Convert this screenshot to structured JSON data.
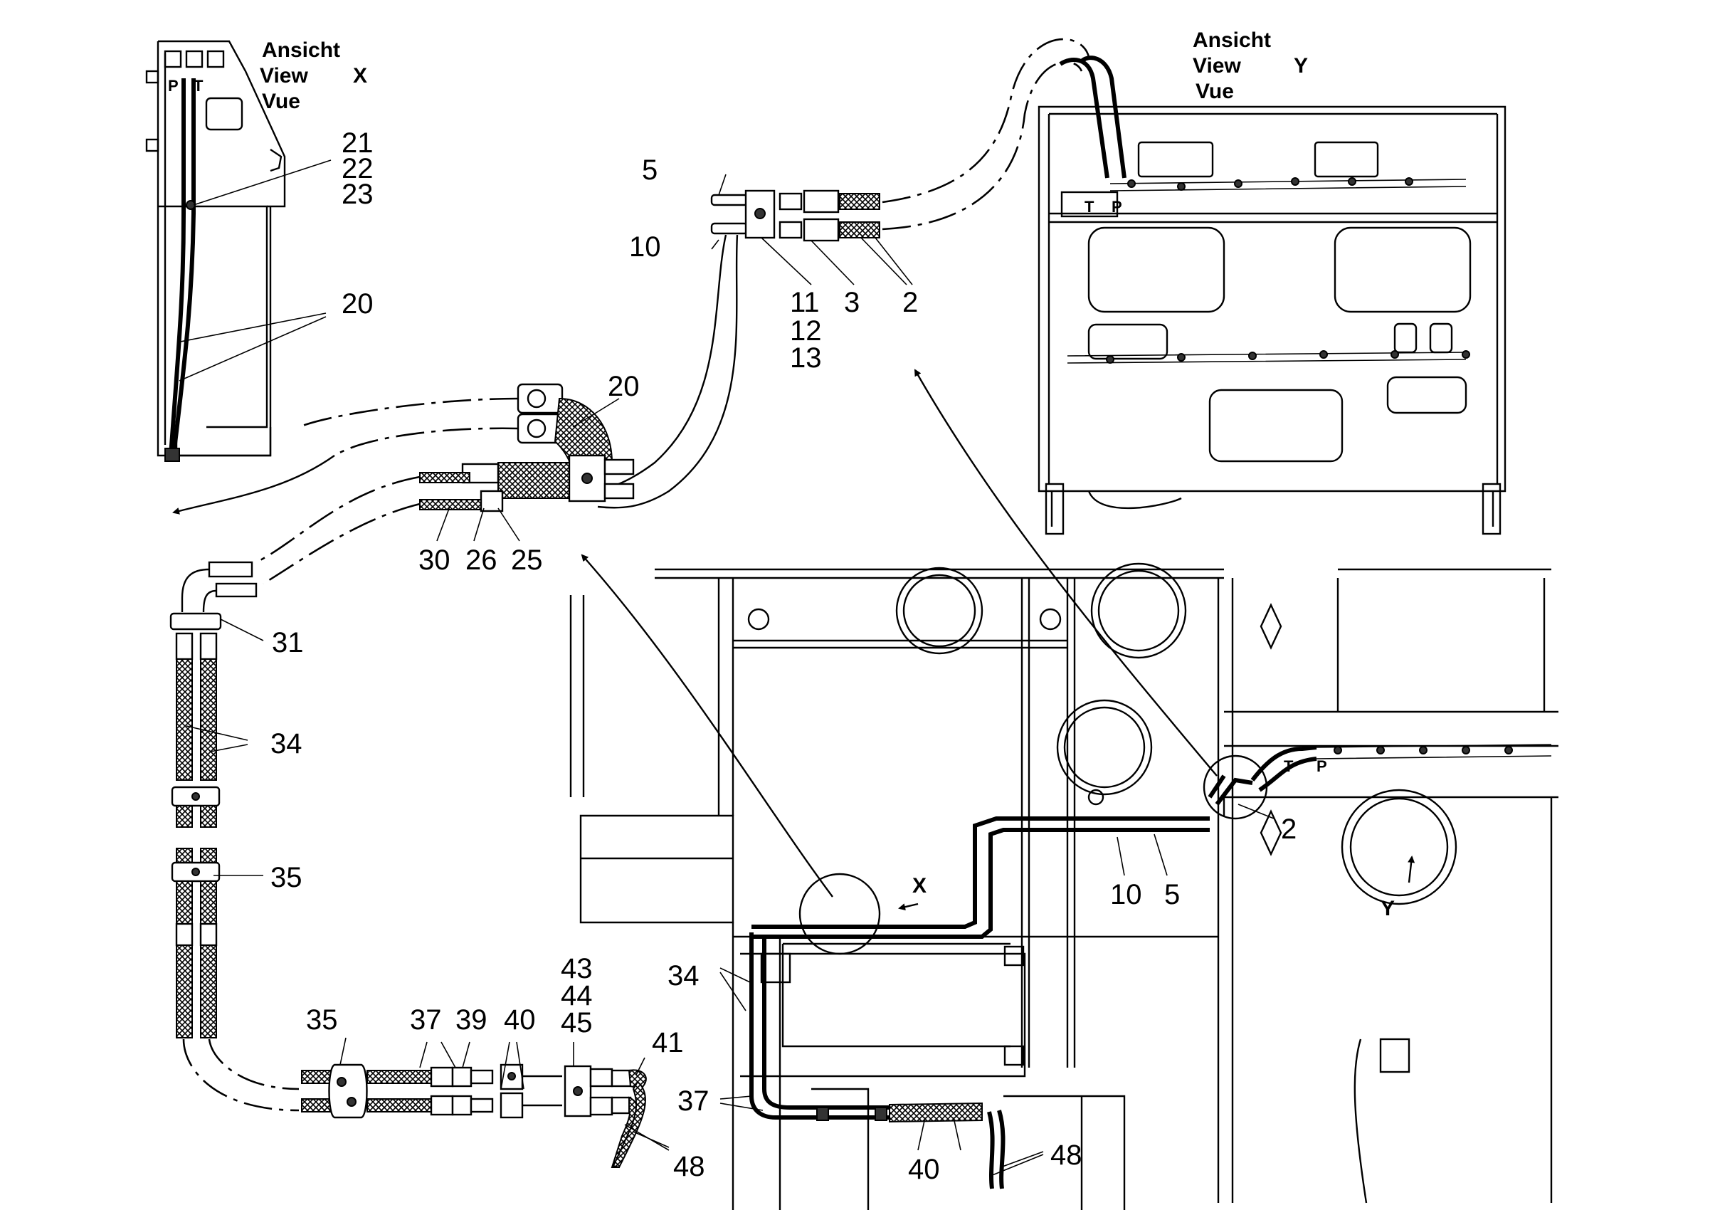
{
  "views": {
    "x": {
      "line1": "Ansicht",
      "line2": "View",
      "line3": "Vue",
      "letter": "X"
    },
    "y": {
      "line1": "Ansicht",
      "line2": "View",
      "line3": "Vue",
      "letter": "Y"
    }
  },
  "port_labels": {
    "p": "P",
    "t": "T"
  },
  "callouts": {
    "c5_top": "5",
    "c10_top": "10",
    "c11": "11",
    "c12": "12",
    "c13": "13",
    "c3": "3",
    "c2_top": "2",
    "c21": "21",
    "c22": "22",
    "c23": "23",
    "c20_left": "20",
    "c20_mid": "20",
    "c30": "30",
    "c26": "26",
    "c25": "25",
    "c31": "31",
    "c34_left": "34",
    "c35_mid": "35",
    "c35_low": "35",
    "c37_low": "37",
    "c39": "39",
    "c40_low": "40",
    "c43": "43",
    "c44": "44",
    "c45": "45",
    "c41": "41",
    "c48_left": "48",
    "c34_main": "34",
    "c37_main": "37",
    "c40_main": "40",
    "c48_main": "48",
    "c2_main": "2",
    "c10_main": "10",
    "c5_main": "5",
    "arrow_x": "X",
    "arrow_y": "Y"
  }
}
